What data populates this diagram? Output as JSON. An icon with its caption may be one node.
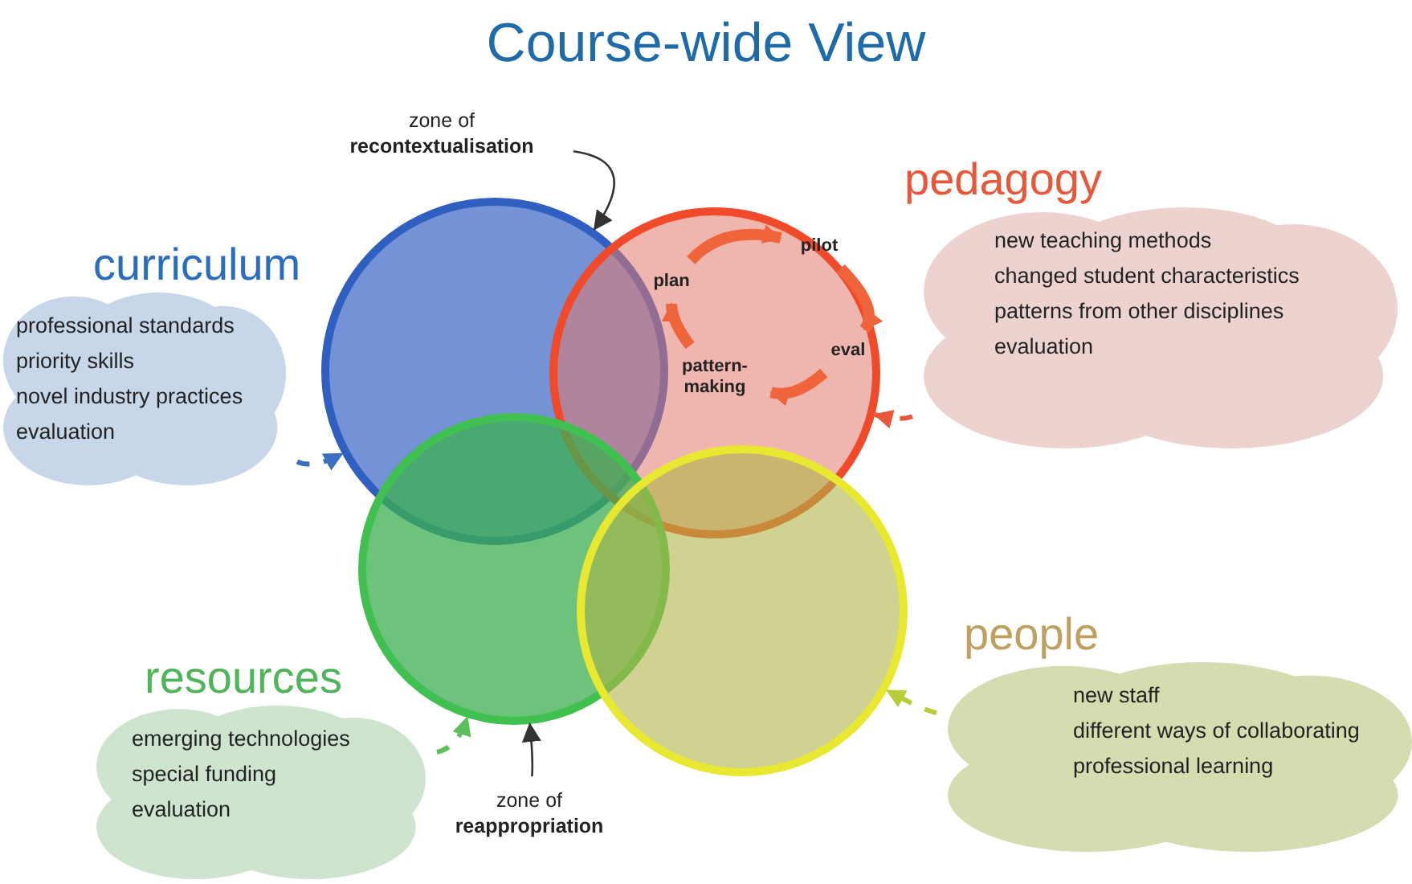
{
  "diagram": {
    "title": "Course-wide View",
    "nodes": [
      {
        "text": [],
        "shape": "circle"
      },
      {
        "text": [],
        "shape": "circle"
      },
      {
        "text": [],
        "shape": "circle"
      },
      {
        "text": [],
        "shape": "circle"
      },
      {
        "text": [
          "plan"
        ],
        "in": 1
      },
      {
        "text": [
          "pilot"
        ],
        "in": 1
      },
      {
        "text": [
          "eval"
        ],
        "in": 1
      },
      {
        "text": [
          "pattern-making"
        ],
        "in": 1
      },
      {
        "text": [
          "curriculum",
          "professional standards",
          "priority skills",
          "novel industry practices",
          "evaluation"
        ]
      },
      {
        "text": [
          "pedagogy",
          "new teaching methods",
          "changed student characteristics",
          "patterns from other disciplines",
          "evaluation"
        ]
      },
      {
        "text": [
          "resources",
          "emerging technologies",
          "special funding",
          "evaluation"
        ]
      },
      {
        "text": [
          "people",
          "new staff",
          "different ways of collaborating",
          "professional learning"
        ]
      },
      {
        "text": [
          "zone of **recontextualisation**"
        ]
      },
      {
        "text": [
          "zone of **reappropriation**"
        ]
      }
    ],
    "edges": [
      {
        "from": 4,
        "to": 5,
        "arrow": "to",
        "style": "thick",
        "color": "#f0643c"
      },
      {
        "from": 5,
        "to": 6,
        "arrow": "to",
        "style": "thick",
        "color": "#f0643c"
      },
      {
        "from": 6,
        "to": 7,
        "arrow": "to",
        "style": "thick",
        "color": "#f0643c"
      },
      {
        "from": 7,
        "to": 4,
        "arrow": "to",
        "style": "thick",
        "color": "#f0643c"
      },
      {
        "from": 12,
        "to": 0,
        "arrow": "to",
        "color": "#333333"
      },
      {
        "from": 13,
        "to": 2,
        "arrow": "to",
        "color": "#333333"
      },
      {
        "from": 8,
        "to": 0,
        "arrow": "to",
        "style": "dashed",
        "color": "#3a6fc4"
      },
      {
        "from": 9,
        "to": 1,
        "arrow": "to",
        "style": "dashed",
        "color": "#e8573a"
      },
      {
        "from": 10,
        "to": 2,
        "arrow": "to",
        "style": "dashed",
        "color": "#5cbf5a"
      },
      {
        "from": 11,
        "to": 3,
        "arrow": "to",
        "style": "dashed",
        "color": "#b8cc3a"
      }
    ]
  }
}
